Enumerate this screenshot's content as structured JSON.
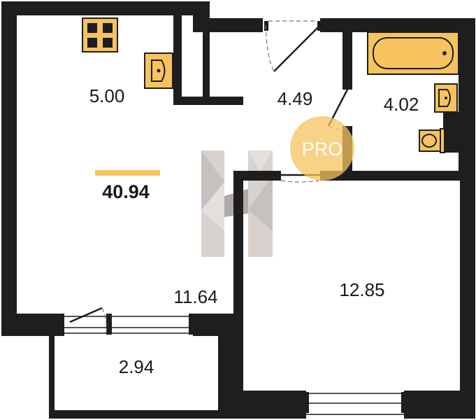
{
  "plan": {
    "total_area": "40.94",
    "rooms": [
      {
        "id": "kitchen",
        "area": "5.00"
      },
      {
        "id": "hallway",
        "area": "4.49"
      },
      {
        "id": "bathroom",
        "area": "4.02"
      },
      {
        "id": "living",
        "area": "11.64"
      },
      {
        "id": "bedroom",
        "area": "12.85"
      },
      {
        "id": "balcony",
        "area": "2.94"
      }
    ],
    "badge": "PRO",
    "colors": {
      "wall": "#1e1e1e",
      "fixture": "#f6c35e",
      "accent": "#f6c35e",
      "badge": "#f6c35e",
      "watermark": "#8a7f78"
    },
    "icons": [
      "stove-icon",
      "sink-icon",
      "bathtub-icon",
      "toilet-icon",
      "watermark-logo"
    ]
  }
}
